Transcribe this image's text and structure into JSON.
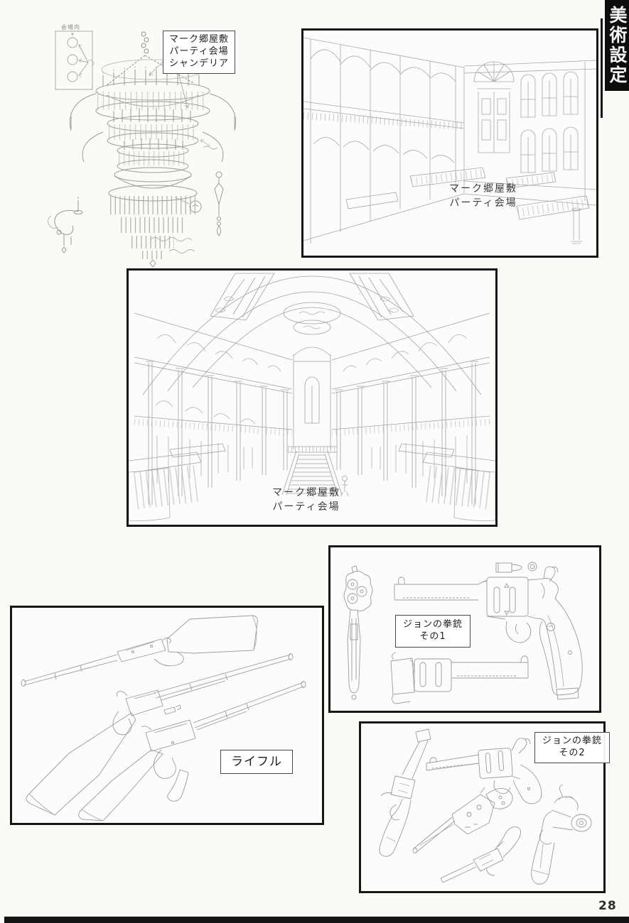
{
  "page": {
    "banner_title": "美術設定",
    "page_number": "28"
  },
  "chandelier": {
    "diagram_label": "会場内",
    "caption": {
      "line1": "マーク郷屋敷",
      "line2": "パーティ会場",
      "line3": "シャンデリア"
    }
  },
  "hall_top": {
    "caption": {
      "line1": "マーク郷屋敷",
      "line2": "パーティ会場"
    }
  },
  "hall_main": {
    "caption": {
      "line1": "マーク郷屋敷",
      "line2": "パーティ会場"
    }
  },
  "rifles": {
    "caption": "ライフル"
  },
  "handgun1": {
    "caption": {
      "line1": "ジョンの拳銃",
      "line2": "その1"
    }
  },
  "handgun2": {
    "caption": {
      "line1": "ジョンの拳銃",
      "line2": "その2"
    }
  },
  "colors": {
    "paper": "#fafaf7",
    "frame": "#161616",
    "pencil": "#9b9b9b",
    "banner_bg": "#0d0d0d",
    "banner_text": "#f4f4f2"
  }
}
